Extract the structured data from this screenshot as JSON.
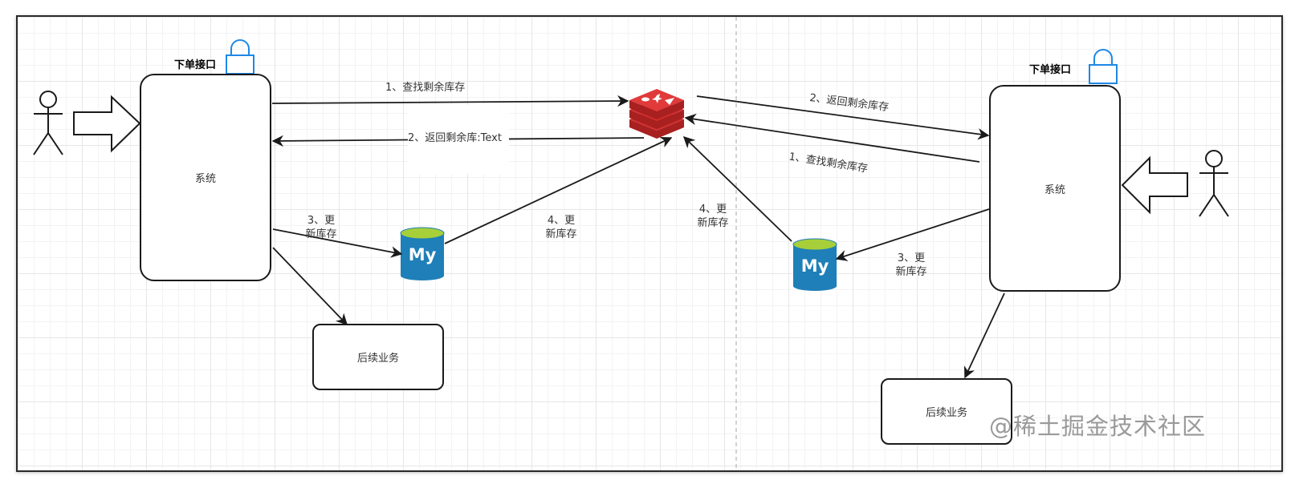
{
  "left": {
    "lock_label": "下单接口",
    "system_label": "系统",
    "followup_label": "后续业务",
    "edge_query": "1、查找剩余库存",
    "edge_return": "2、返回剩余库:Text",
    "edge_update_mysql_line1": "3、更",
    "edge_update_mysql_line2": "新库存",
    "edge_update_redis_line1": "4、更",
    "edge_update_redis_line2": "新库存"
  },
  "right": {
    "lock_label": "下单接口",
    "system_label": "系统",
    "followup_label": "后续业务",
    "edge_return": "2、返回剩余库存",
    "edge_query": "1、查找剩余库存",
    "edge_update_redis_line1": "4、更",
    "edge_update_redis_line2": "新库存",
    "edge_update_mysql_line1": "3、更",
    "edge_update_mysql_line2": "新库存"
  },
  "mysql_icon_text": "My",
  "watermark": "@稀土掘金技术社区",
  "colors": {
    "lock": "#1e88e5",
    "redis": "#d02c2c",
    "mysql_body": "#1f7fb8",
    "mysql_top": "#a6cf3a",
    "line": "#1a1a1a"
  },
  "icons": {
    "user": "person-icon",
    "lock": "lock-icon",
    "redis": "redis-icon",
    "mysql": "mysql-icon",
    "arrow": "block-arrow-icon"
  }
}
